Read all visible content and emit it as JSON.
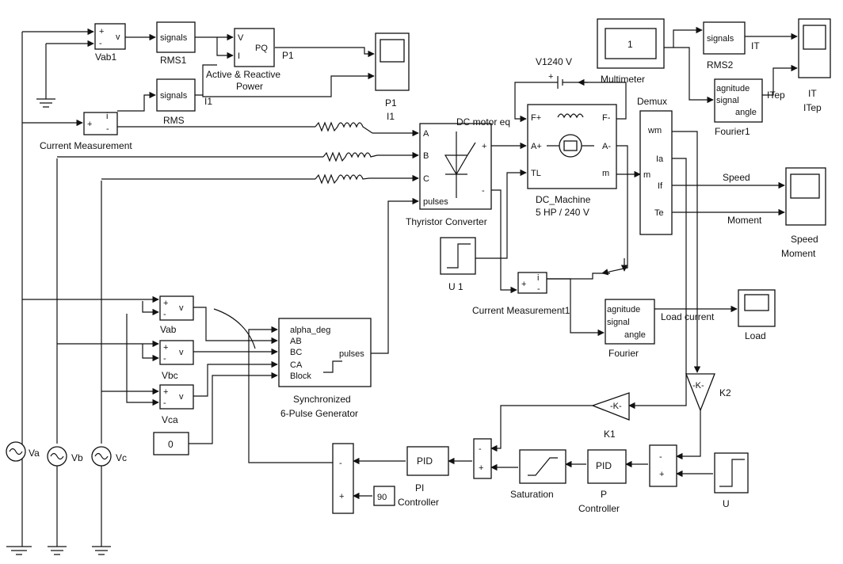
{
  "blocks": {
    "vab1": {
      "label": "Vab1",
      "port_plus": "+",
      "port_minus": "-",
      "port_out": "v"
    },
    "rms1": {
      "label": "RMS1",
      "content": "signals"
    },
    "active_reactive": {
      "label_line1": "Active & Reactive",
      "label_line2": "Power",
      "port_v": "V",
      "port_i": "I",
      "port_out": "PQ"
    },
    "scope_p1": {
      "label_line1": "P1",
      "label_line2": "I1"
    },
    "rms": {
      "label": "RMS",
      "content": "signals"
    },
    "current_measurement": {
      "label": "Current Measurement",
      "port_plus": "+",
      "port_minus": "-",
      "port_out": "i"
    },
    "dc_source": {
      "label": "V1240 V",
      "plus": "+"
    },
    "multimeter": {
      "label": "Multimeter",
      "display": "1"
    },
    "rms2": {
      "label": "RMS2",
      "content": "signals"
    },
    "scope_it": {
      "label_line1": "IT",
      "label_line2": "ITep"
    },
    "fourier1": {
      "label": "Fourier1",
      "line1": "agnitude",
      "line2": "signal",
      "line3": "angle"
    },
    "thyristor": {
      "label": "Thyristor Converter",
      "port_a": "A",
      "port_b": "B",
      "port_c": "C",
      "port_pulses": "pulses",
      "port_plus": "+",
      "port_minus": "-"
    },
    "dc_machine": {
      "label_line1": "DC_Machine",
      "label_line2": "5 HP / 240 V",
      "header": "DC motor eq",
      "port_fplus": "F+",
      "port_fminus": "F-",
      "port_aplus": "A+",
      "port_aminus": "A-",
      "port_tl": "TL",
      "port_m": "m"
    },
    "demux": {
      "label": "Demux",
      "out_wm": "wm",
      "out_ia": "Ia",
      "out_if": "If",
      "out_te": "Te",
      "in_m": "m"
    },
    "scope_speed": {
      "label_line1": "Speed",
      "label_line2": "Moment"
    },
    "step_u1": {
      "label": "U 1"
    },
    "current_measurement1": {
      "label": "Current Measurement1",
      "port_plus": "+",
      "port_minus": "-",
      "port_out": "i"
    },
    "fourier": {
      "label": "Fourier",
      "line1": "agnitude",
      "line2": "signal",
      "line3": "angle"
    },
    "scope_load": {
      "label": "Load"
    },
    "vab": {
      "label": "Vab",
      "port_out": "v",
      "port_plus": "+",
      "port_minus": "-"
    },
    "vbc": {
      "label": "Vbc",
      "port_out": "v",
      "port_plus": "+",
      "port_minus": "-"
    },
    "vca": {
      "label": "Vca",
      "port_out": "v",
      "port_plus": "+",
      "port_minus": "-"
    },
    "constant_0": {
      "value": "0"
    },
    "pulse_gen": {
      "label_line1": "Synchronized",
      "label_line2": "6-Pulse Generator",
      "in1": "alpha_deg",
      "in2": "AB",
      "in3": "BC",
      "in4": "CA",
      "in5": "Block",
      "out": "pulses"
    },
    "gain_k1": {
      "label": "K1",
      "content": "-K-"
    },
    "gain_k2": {
      "label": "K2",
      "content": "-K-"
    },
    "pi_controller": {
      "label_line1": "PI",
      "label_line2": "Controller",
      "content": "PID"
    },
    "p_controller": {
      "label_line1": "P",
      "label_line2": "Controller",
      "content": "PID"
    },
    "saturation": {
      "label": "Saturation"
    },
    "sum_left": {
      "minus": "-",
      "plus": "+"
    },
    "sum_mid": {
      "minus": "-",
      "plus": "+"
    },
    "sum_right": {
      "minus": "-",
      "plus": "+"
    },
    "constant_90": {
      "value": "90"
    },
    "step_u": {
      "label": "U"
    },
    "source_va": {
      "label": "Va"
    },
    "source_vb": {
      "label": "Vb"
    },
    "source_vc": {
      "label": "Vc"
    }
  },
  "signals": {
    "p1": "P1",
    "i1": "I1",
    "it": "IT",
    "itep": "ITep",
    "speed": "Speed",
    "moment": "Moment",
    "load_current": "Load current"
  }
}
